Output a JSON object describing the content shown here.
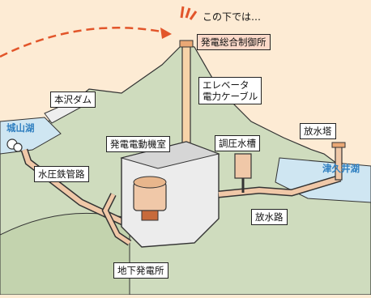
{
  "callout": {
    "text": "この下では…"
  },
  "labels": {
    "control_center": "発電総合制御所",
    "dam": "本沢ダム",
    "upper_lake": "城山湖",
    "elevator": "エレベータ\n電力ケーブル",
    "generator_room": "発電電動機室",
    "surge_tank": "調圧水槽",
    "outlet_tower": "放水塔",
    "lower_lake": "津久井湖",
    "penstock": "水圧鉄管路",
    "tailrace": "放水路",
    "underground_plant": "地下発電所"
  },
  "colors": {
    "background": "#fdebd4",
    "mountain": "#cfdcbe",
    "water": "#cfe6f2",
    "lake_text": "#2f7fc0",
    "pipe": "#f0c8a8",
    "arrow": "#e2552a"
  }
}
